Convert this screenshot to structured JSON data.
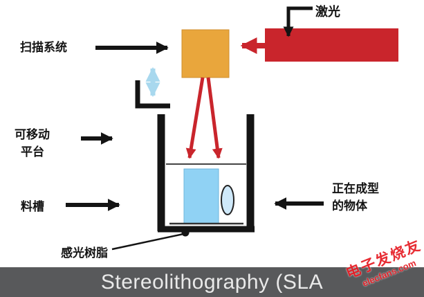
{
  "diagram": {
    "labels": {
      "laser": "激光",
      "scanning_system": "扫描系统",
      "movable_platform_line1": "可移动",
      "movable_platform_line2": "平台",
      "tank": "料槽",
      "resin": "感光树脂",
      "forming_object_line1": "正在成型",
      "forming_object_line2": "的物体"
    },
    "title": "Stereolithography (SLA",
    "watermark": {
      "line1": "电子发烧友",
      "line2": "elecfans.com"
    },
    "colors": {
      "laser_red": "#c9252c",
      "scanner_orange": "#e9a63c",
      "object_blue": "#90d2f4",
      "object_blue_edge": "#6fb7dd",
      "ellipse_blue": "#cfe9fa",
      "arrow_blue": "#a8d8ee",
      "bar_gray": "#58595b",
      "bar_text": "#e9e9e9",
      "watermark_red": "#e62129",
      "line_black": "#141414"
    }
  }
}
